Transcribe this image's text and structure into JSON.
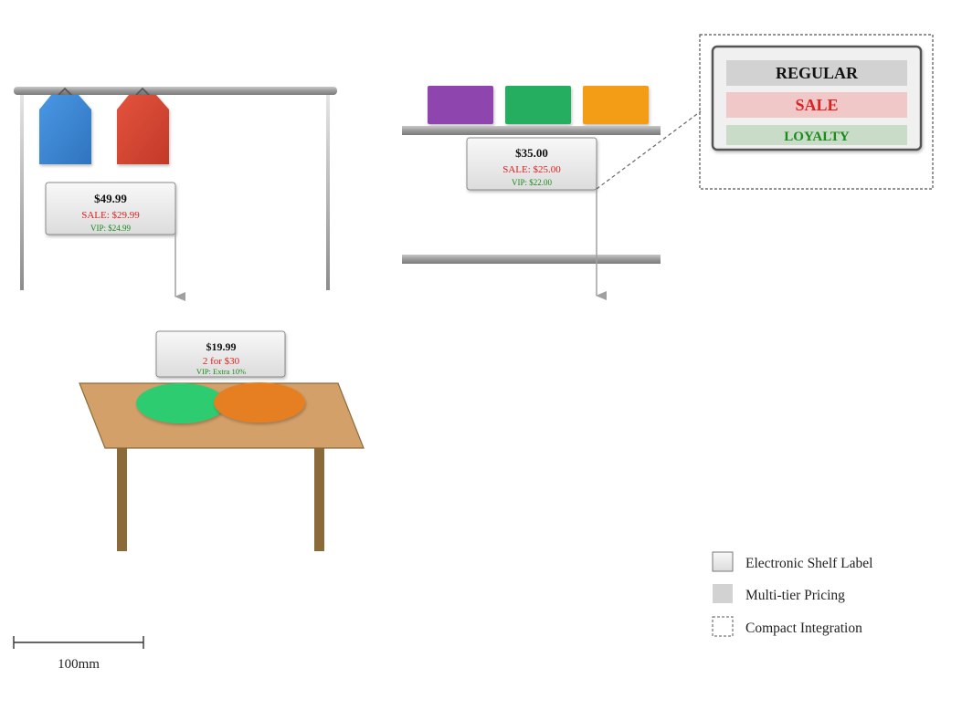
{
  "labels": {
    "rack": {
      "price": "$49.99",
      "sale": "SALE: $29.99",
      "vip": "VIP: $24.99"
    },
    "shelf": {
      "price": "$35.00",
      "sale": "SALE: $25.00",
      "vip": "VIP: $22.00"
    },
    "table": {
      "price": "$19.99",
      "sale": "2 for $30",
      "vip": "VIP: Extra 10%"
    }
  },
  "zoom_label": {
    "regular": "REGULAR",
    "sale": "SALE",
    "loyalty": "LOYALTY"
  },
  "legend": [
    {
      "label": "Electronic Shelf Label"
    },
    {
      "label": "Multi-tier Pricing"
    },
    {
      "label": "Compact Integration"
    }
  ],
  "scale_bar": {
    "label": "100mm"
  },
  "colors": {
    "sale": "#e02020",
    "vip": "#1a8a1a",
    "shirt_blue": "#3a86d6",
    "shirt_red": "#d8402e",
    "box_purple": "#8e44ad",
    "box_green": "#27ae60",
    "box_orange": "#f39c12",
    "fruit_green": "#2ecc71",
    "fruit_orange": "#e67e22",
    "table_top": "#d4a06a",
    "table_leg": "#8b6a3a"
  }
}
